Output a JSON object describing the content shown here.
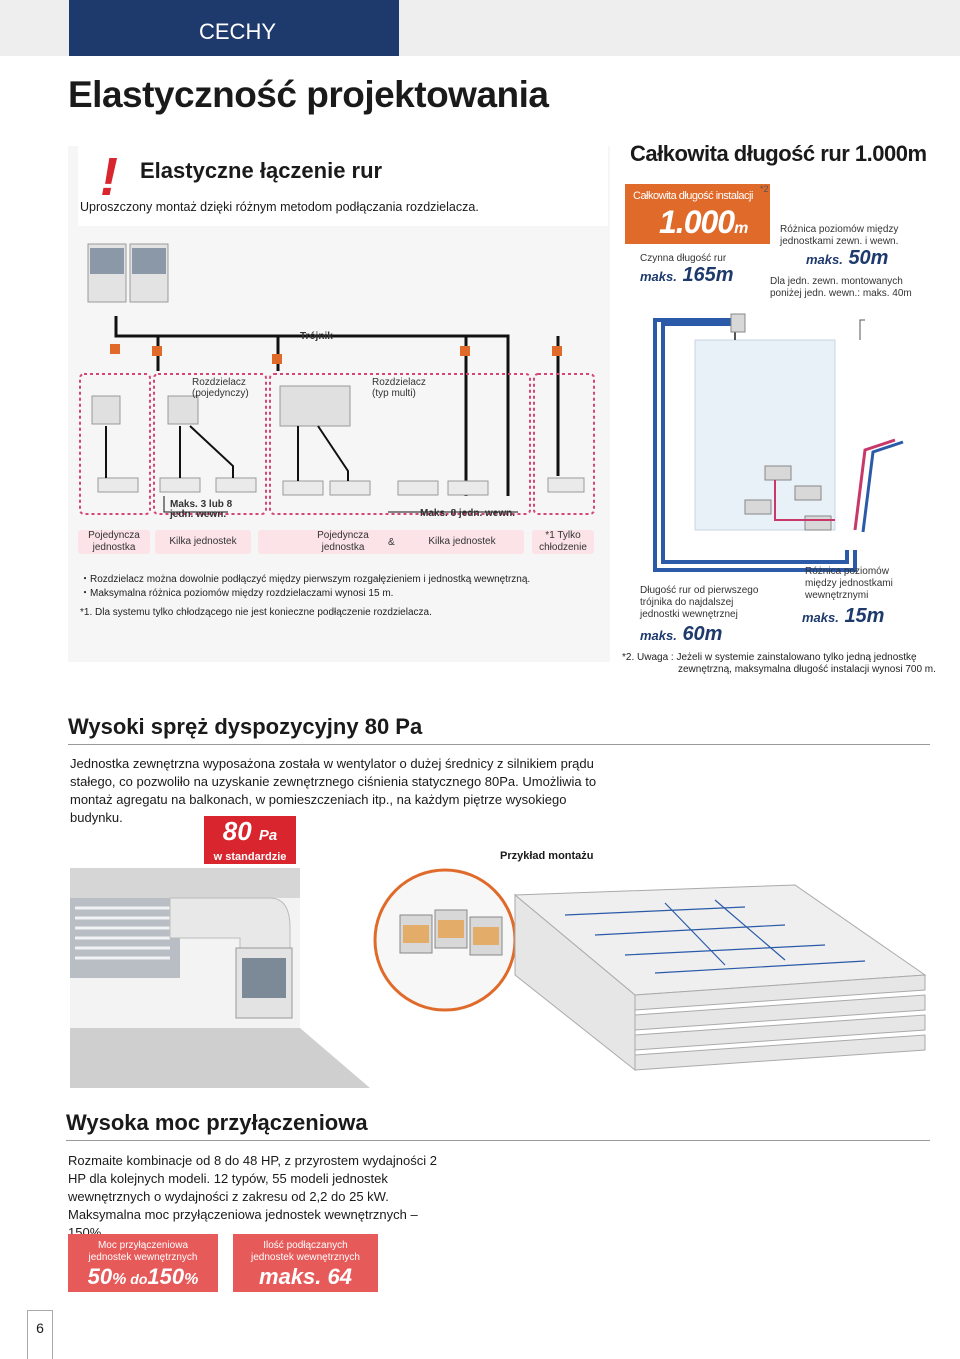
{
  "header": {
    "tab_label": "CECHY"
  },
  "page_title": "Elastyczność projektowania",
  "section1": {
    "exclamation": "!",
    "title": "Elastyczne łączenie rur",
    "subtitle": "Uproszczony montaż dzięki różnym metodom podłączania rozdzielacza.",
    "trojnik": "Trójnik",
    "rozdz_single_1": "Rozdzielacz",
    "rozdz_single_2": "(pojedynczy)",
    "rozdz_multi_1": "Rozdzielacz",
    "rozdz_multi_2": "(typ multi)",
    "maks3_1": "Maks. 3 lub 8",
    "maks3_2": "jedn. wewn.",
    "maks8": "Maks. 8 jedn. wewn.",
    "cat1_1": "Pojedyncza",
    "cat1_2": "jednostka",
    "cat2": "Kilka jednostek",
    "cat3_1": "Pojedyncza",
    "cat3_2": "jednostka",
    "amp": "&",
    "cat4": "Kilka jednostek",
    "cat5_1": "*1 Tylko",
    "cat5_2": "chłodzenie",
    "note1": "・Rozdzielacz można dowolnie podłączyć między pierwszym rozgałęzieniem i jednostką wewnętrzną.",
    "note2": "・Maksymalna różnica poziomów między rozdzielaczami wynosi 15 m.",
    "note3": "*1. Dla systemu tylko chłodzącego nie jest konieczne podłączenie rozdzielacza."
  },
  "section_right": {
    "title": "Całkowita długość rur 1.000m",
    "total_label": "Całkowita długość instalacji",
    "total_sup": "*2",
    "total_value": "1.000",
    "total_unit": "m",
    "active_label": "Czynna długość rur",
    "active_maks": "maks.",
    "active_value": "165m",
    "diff_label_1": "Różnica poziomów między",
    "diff_label_2": "jednostkami zewn. i wewn.",
    "diff_maks": "maks.",
    "diff_value": "50m",
    "diff_note_1": "Dla jedn. zewn. montowanych",
    "diff_note_2": "poniżej jedn. wewn.: maks. 40m",
    "first_label_1": "Długość rur od pierwszego",
    "first_label_2": "trójnika do najdalszej",
    "first_label_3": "jednostki wewnętrznej",
    "first_maks": "maks.",
    "first_value": "60m",
    "indoor_label_1": "Różnica poziomów",
    "indoor_label_2": "między jednostkami",
    "indoor_label_3": "wewnętrznymi",
    "indoor_maks": "maks.",
    "indoor_value": "15m",
    "remark_1": "*2. Uwaga : Jeżeli w systemie zainstalowano tylko jedną jednostkę",
    "remark_2": "zewnętrzną, maksymalna długość instalacji wynosi 700 m."
  },
  "section2": {
    "title": "Wysoki spręż dyspozycyjny 80 Pa",
    "para": "Jednostka zewnętrzna wyposażona została w wentylator o dużej średnicy z silnikiem prądu stałego, co pozwoliło na uzyskanie zewnętrznego ciśnienia statycznego 80Pa. Umożliwia to montaż agregatu na balkonach, w pomieszczeniach itp., na każdym piętrze wysokiego budynku.",
    "badge_value": "80",
    "badge_unit": "Pa",
    "badge_sub": "w standardzie",
    "example": "Przykład montażu"
  },
  "section3": {
    "title": "Wysoka moc przyłączeniowa",
    "para": "Rozmaite kombinacje od 8 do 48 HP, z przyrostem wydajności 2 HP dla kolejnych modeli. 12 typów, 55 modeli jednostek wewnętrznych o wydajności z zakresu od 2,2 do 25 kW. Maksymalna moc przyłączeniowa jednostek wewnętrznych – 150%.",
    "badge1_l1": "Moc przyłączeniowa",
    "badge1_l2": "jednostek wewnętrznych",
    "badge1_a": "50",
    "badge1_pct1": "%",
    "badge1_do": " do",
    "badge1_b": "150",
    "badge1_pct2": "%",
    "badge2_l1": "Ilość podłączanych",
    "badge2_l2": "jednostek wewnętrznych",
    "badge2_val": "maks. 64"
  },
  "page_number": "6",
  "colors": {
    "navy": "#1e3a6d",
    "red": "#d9262e",
    "orange": "#e06a2a",
    "pink": "#c8386a",
    "blue": "#2a5aa8"
  }
}
